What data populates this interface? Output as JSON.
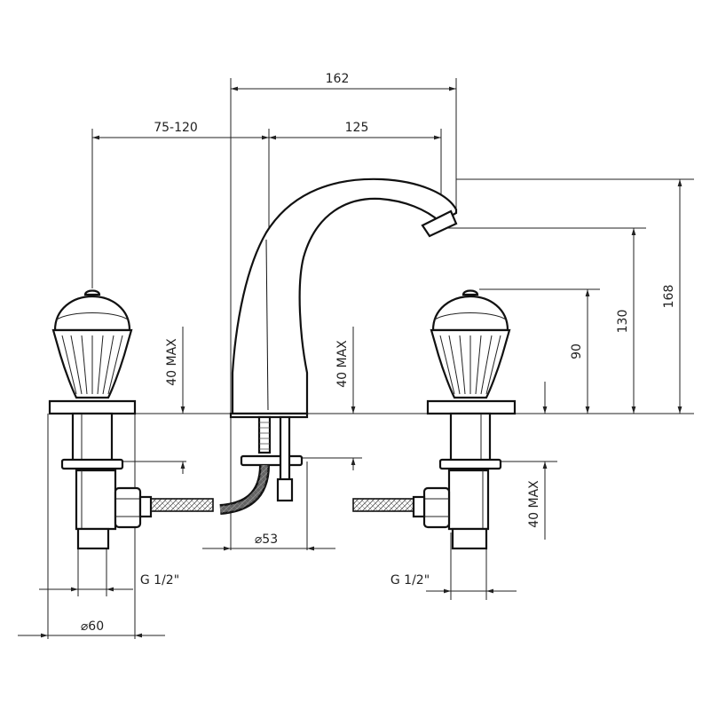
{
  "drawing": {
    "dimensions": {
      "overall_width": "162",
      "handle_to_spout": "75-120",
      "spout_reach": "125",
      "height_total": "168",
      "height_outlet": "130",
      "height_handle": "90",
      "max_left": "40 MAX",
      "max_center": "40 MAX",
      "max_right": "40 MAX",
      "spout_base_diameter": "⌀53",
      "thread_left": "G 1/2\"",
      "thread_right": "G 1/2\"",
      "handle_diameter": "⌀60"
    }
  }
}
